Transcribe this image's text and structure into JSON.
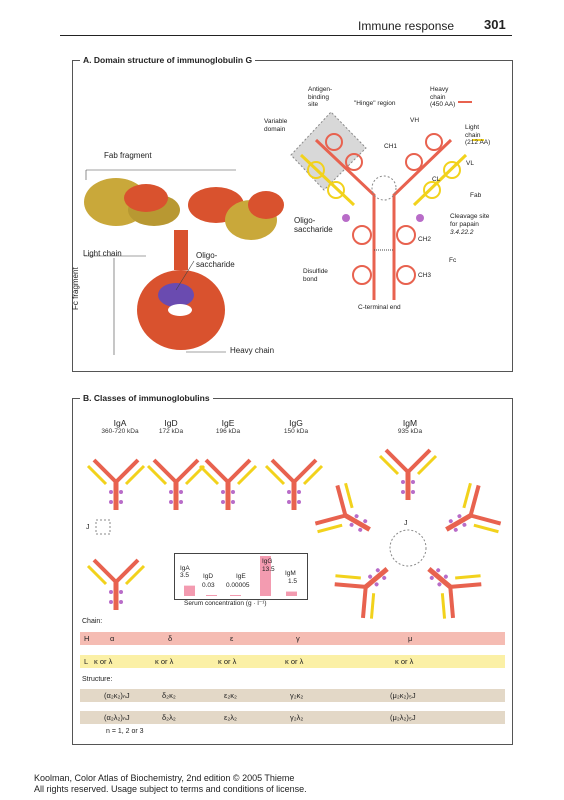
{
  "header": {
    "title": "Immune response",
    "page_number": "301"
  },
  "section_a": {
    "title": "A. Domain structure of immunoglobulin G",
    "fab_fragment": "Fab fragment",
    "light_chain": "Light chain",
    "oligosaccharide": "Oligo-\nsaccharide",
    "fc_fragment": "Fc fragment",
    "heavy_chain": "Heavy chain",
    "antigen_binding_site": "Antigen-\nbinding\nsite",
    "variable_domain": "Variable\ndomain",
    "hinge_region": "\"Hinge\" region",
    "heavy_chain_legend": "Heavy\nchain\n(450 AA)",
    "light_chain_legend": "Light\nchain\n(212 AA)",
    "vh": "VH",
    "vl": "VL",
    "ch1": "CH1",
    "cl": "CL",
    "fab": "Fab",
    "ch2": "CH2",
    "fc": "Fc",
    "ch3": "CH3",
    "oligo_diagram": "Oligo-\nsaccharide",
    "cleavage_site": "Cleavage site\nfor papain",
    "cleavage_ec": "3.4.22.2",
    "disulfide_bond": "Disulfide\nbond",
    "c_terminal_end": "C-terminal end"
  },
  "section_b": {
    "title": "B. Classes of immunoglobulins",
    "classes": [
      {
        "name": "IgA",
        "kda": "360-720 kDa"
      },
      {
        "name": "IgD",
        "kda": "172 kDa"
      },
      {
        "name": "IgE",
        "kda": "196 kDa"
      },
      {
        "name": "IgG",
        "kda": "150 kDa"
      },
      {
        "name": "IgM",
        "kda": "935 kDa"
      }
    ],
    "j_label": "J",
    "serum": {
      "caption": "Serum concentration (g · l⁻¹)",
      "bars": [
        {
          "name": "IgA",
          "value": 3.5,
          "label": "3.5"
        },
        {
          "name": "IgD",
          "value": 0.03,
          "label": "0.03"
        },
        {
          "name": "IgE",
          "value": 5e-05,
          "label": "0.00005"
        },
        {
          "name": "IgG",
          "value": 13.5,
          "label": "13.5"
        },
        {
          "name": "IgM",
          "value": 1.5,
          "label": "1.5"
        }
      ]
    },
    "chain_label": "Chain:",
    "heavy_row": {
      "label": "H",
      "values": [
        "α",
        "δ",
        "ε",
        "γ",
        "μ"
      ]
    },
    "light_row": {
      "label": "L",
      "values": [
        "κ or λ",
        "κ or λ",
        "κ or λ",
        "κ or λ",
        "κ or λ"
      ]
    },
    "structure_label": "Structure:",
    "structure_kappa": [
      "(α₂κ₂)ₙJ",
      "δ₂κ₂",
      "ε₂κ₂",
      "γ₂κ₂",
      "(μ₂κ₂)₅J"
    ],
    "structure_lambda": [
      "(α₂λ₂)ₙJ",
      "δ₂λ₂",
      "ε₂λ₂",
      "γ₂λ₂",
      "(μ₂λ₂)₅J"
    ],
    "n_note": "n = 1, 2 or 3"
  },
  "footer": {
    "line1": "Koolman, Color Atlas of Biochemistry, 2nd edition © 2005 Thieme",
    "line2": "All rights reserved. Usage subject to terms and conditions of license."
  },
  "colors": {
    "heavy": "#e8624f",
    "light": "#f2d21c",
    "sugar": "#b86cc8",
    "band_heavy": "#f5bcb3",
    "band_light": "#fbf0a6",
    "band_struct": "#e3d8c7"
  }
}
